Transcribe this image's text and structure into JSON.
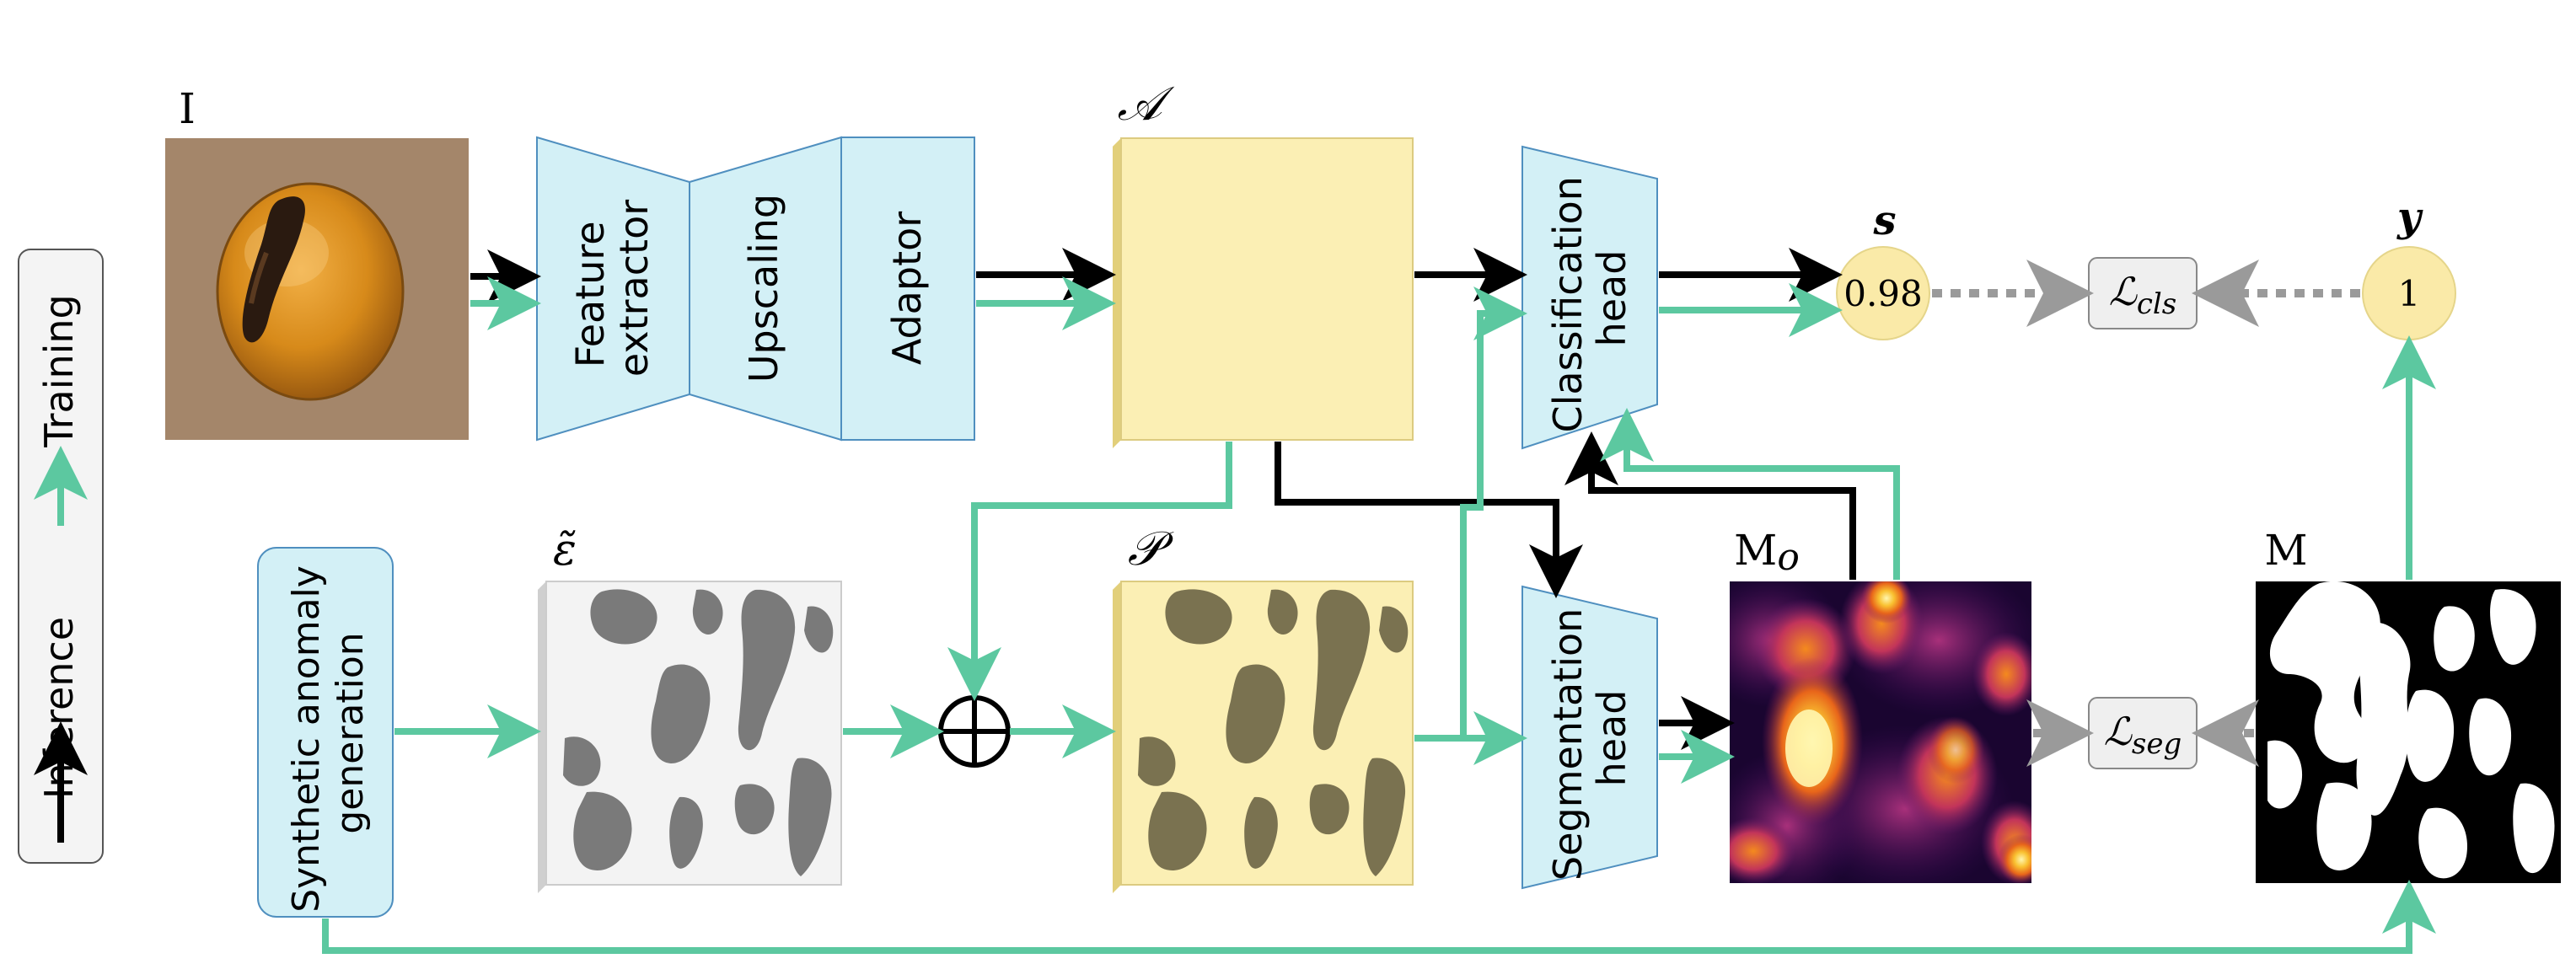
{
  "legend": {
    "inference_label": "Inference",
    "training_label": "Training"
  },
  "inputs": {
    "image_label": "I",
    "anomaly_gen_label_line1": "Synthetic anomaly",
    "anomaly_gen_label_line2": "generation"
  },
  "backbone": {
    "feature_extractor_line1": "Feature",
    "feature_extractor_line2": "extractor",
    "upscaling_label": "Upscaling",
    "adaptor_label": "Adaptor"
  },
  "features": {
    "adapted_label": "𝒜",
    "perturbed_label": "𝒫",
    "noise_label": "ε̃",
    "sum_symbol": "⊕"
  },
  "heads": {
    "classification_line1": "Classification",
    "classification_line2": "head",
    "segmentation_line1": "Segmentation",
    "segmentation_line2": "head"
  },
  "outputs": {
    "score_label": "s",
    "score_value": "0.98",
    "target_label": "y",
    "target_value": "1",
    "pred_mask_label_base": "M",
    "pred_mask_label_sub": "o",
    "gt_mask_label": "M"
  },
  "losses": {
    "cls_base": "ℒ",
    "cls_sub": "cls",
    "seg_base": "ℒ",
    "seg_sub": "seg"
  },
  "colors": {
    "inference_arrow": "#000000",
    "training_arrow": "#5cc8a0",
    "loss_arrow": "#9a9a9a",
    "backbone_fill": "#d3f0f6",
    "feature_fill": "#fbefb4",
    "circle_fill": "#faeaa8",
    "loss_fill": "#efefef"
  }
}
